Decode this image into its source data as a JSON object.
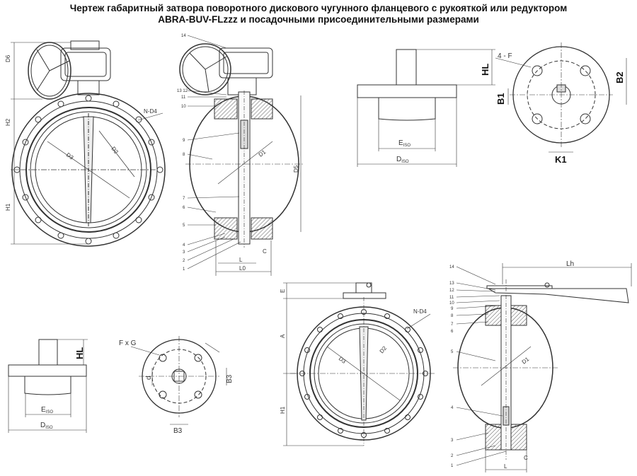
{
  "title": {
    "line1": "Чертеж габаритный затвора поворотного дискового чугунного фланцевого с рукояткой или редуктором",
    "line2": "ABRA-BUV-FLzzz и посадочными присоединительными размерами"
  },
  "gear_front": {
    "labels": {
      "d6": "D6",
      "h2": "H2",
      "h1": "H1",
      "n_d4": "N-D4",
      "d3": "D3",
      "d2": "D2"
    }
  },
  "gear_side": {
    "part_numbers": [
      "14",
      "13",
      "12",
      "11",
      "10",
      "9",
      "8",
      "7",
      "6",
      "5",
      "4",
      "3",
      "2",
      "1"
    ],
    "labels": {
      "d1": "D1",
      "d5": "D5",
      "l": "L",
      "l0": "L0",
      "c": "C"
    }
  },
  "gear_flange": {
    "labels": {
      "hl": "HL",
      "e": "E",
      "e_sub": "ISO",
      "d": "D",
      "d_sub": "ISO"
    }
  },
  "gear_mount": {
    "labels": {
      "four_f": "4 - F",
      "b1": "B1",
      "b2": "B2",
      "k1": "K1"
    }
  },
  "handle_flange": {
    "labels": {
      "hl": "HL",
      "e": "E",
      "e_sub": "ISO",
      "d": "D",
      "d_sub": "ISO"
    }
  },
  "handle_mount": {
    "labels": {
      "fxg": "F x G",
      "d": "d",
      "b3_right": "B3",
      "b3_bottom": "B3"
    }
  },
  "handle_front": {
    "labels": {
      "e": "E",
      "a": "A",
      "h1": "H1",
      "n_d4": "N-D4",
      "d3": "D3",
      "d2": "D2"
    }
  },
  "handle_side": {
    "part_numbers": [
      "14",
      "13",
      "12",
      "11",
      "10",
      "9",
      "8",
      "7",
      "6",
      "5",
      "4",
      "3",
      "2",
      "1"
    ],
    "labels": {
      "lh": "Lh",
      "d1": "D1",
      "l": "L",
      "c": "C"
    }
  }
}
